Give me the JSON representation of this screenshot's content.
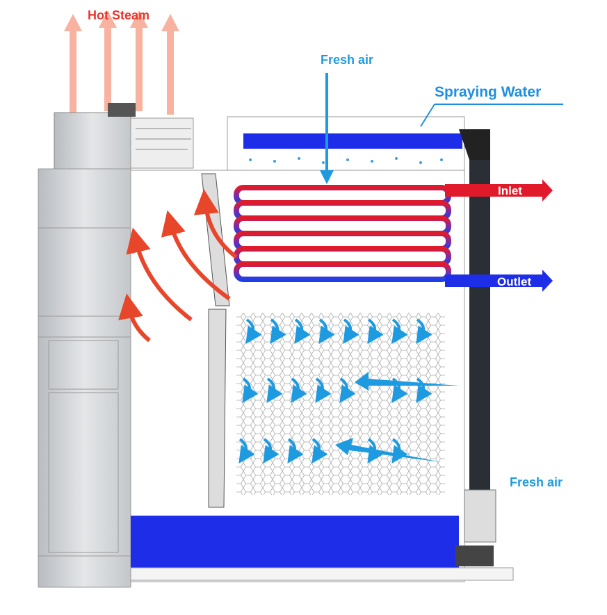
{
  "labels": {
    "hot_steam": "Hot Steam",
    "fresh_air_top": "Fresh air",
    "spraying_water": "Spraying Water",
    "inlet": "Inlet",
    "outlet": "Outlet",
    "fresh_air_side": "Fresh air"
  },
  "colors": {
    "steam": "#f4a48f",
    "hot": "#e8362a",
    "water": "#1e2ee8",
    "air": "#1e9be0",
    "pipe": "#2a2f36"
  }
}
